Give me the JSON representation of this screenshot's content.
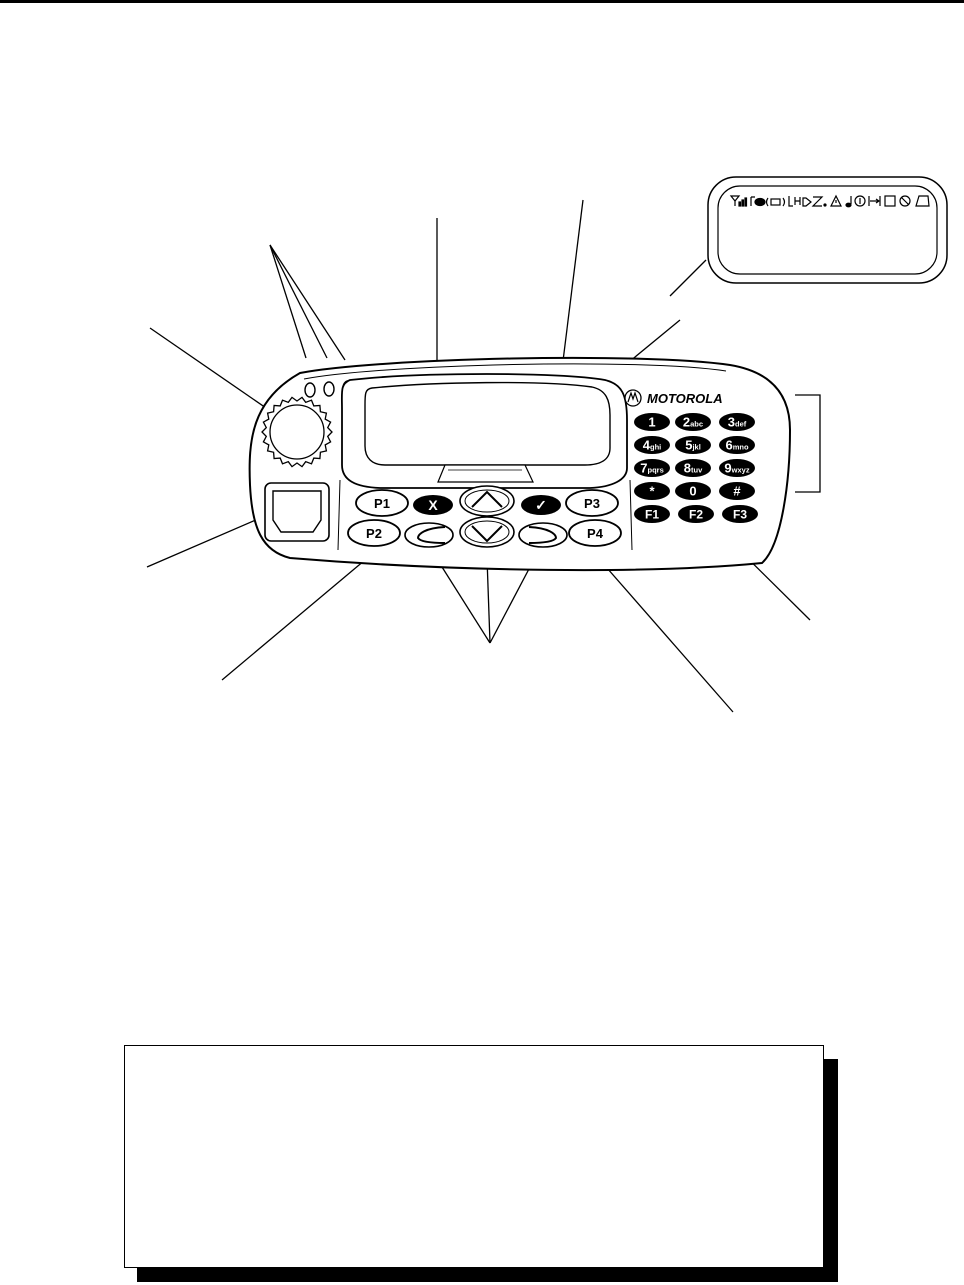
{
  "brand": "MOTOROLA",
  "programmable_buttons": [
    {
      "label": "P1"
    },
    {
      "label": "P2"
    },
    {
      "label": "P3"
    },
    {
      "label": "P4"
    }
  ],
  "menu_keys": {
    "cancel": "X",
    "ok": "✓"
  },
  "keypad": [
    {
      "digit": "1",
      "letters": ""
    },
    {
      "digit": "2",
      "letters": "abc"
    },
    {
      "digit": "3",
      "letters": "def"
    },
    {
      "digit": "4",
      "letters": "ghi"
    },
    {
      "digit": "5",
      "letters": "jkl"
    },
    {
      "digit": "6",
      "letters": "mno"
    },
    {
      "digit": "7",
      "letters": "pqrs"
    },
    {
      "digit": "8",
      "letters": "tuv"
    },
    {
      "digit": "9",
      "letters": "wxyz"
    },
    {
      "digit": "*",
      "letters": ""
    },
    {
      "digit": "0",
      "letters": ""
    },
    {
      "digit": "#",
      "letters": ""
    }
  ],
  "function_keys": [
    {
      "label": "F1"
    },
    {
      "label": "F2"
    },
    {
      "label": "F3"
    }
  ],
  "status_icons": [
    "signal-strength-icon",
    "phone-icon",
    "scan-icon",
    "power-level-icon",
    "speaker-icon",
    "talkaround-icon",
    "alert-icon",
    "music-note-icon",
    "priority-icon",
    "direct-icon",
    "square-icon",
    "no-entry-icon",
    "flag-icon"
  ],
  "colors": {
    "line": "#000000",
    "paper": "#ffffff",
    "key_fill": "#000000",
    "key_text": "#ffffff"
  }
}
